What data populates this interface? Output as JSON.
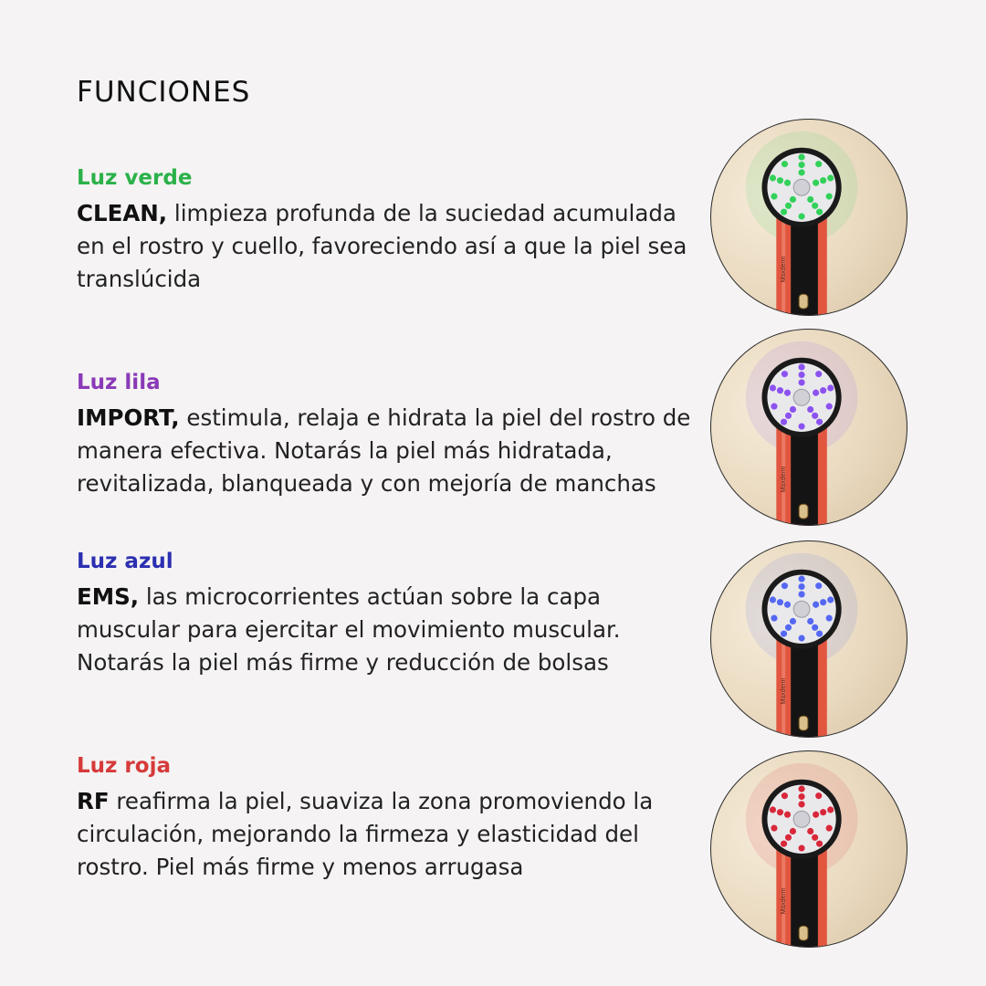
{
  "page": {
    "title": "FUNCIONES"
  },
  "colors": {
    "background": "#f5f3f3",
    "green": "#2bb14a",
    "purple": "#8a3ab8",
    "blue": "#2b2fb0",
    "red": "#d63a3a",
    "device_body": "#e2563f"
  },
  "device_brand": "Maxderm",
  "functions": [
    {
      "title": "Luz verde",
      "keyword": "CLEAN,",
      "text": " limpieza profunda de la suciedad acumulada en el rostro y cuello, favoreciendo así a que la piel sea translúcida",
      "led_color": "#32d15a",
      "image_icon": "device-green-light"
    },
    {
      "title": "Luz lila",
      "keyword": "IMPORT,",
      "text": " estimula, relaja e hidrata la piel del rostro de manera efectiva. Notarás la piel más hidratada, revitalizada, blanqueada y con mejoría de manchas",
      "led_color": "#8c52f0",
      "image_icon": "device-purple-light"
    },
    {
      "title": "Luz azul",
      "keyword": "EMS,",
      "text": " las microcorrientes actúan sobre la capa muscular para ejercitar el movimiento muscular. Notarás la piel más firme y reducción de bolsas",
      "led_color": "#5568f2",
      "image_icon": "device-blue-light"
    },
    {
      "title": "Luz roja",
      "keyword": "RF",
      "text": " reafirma la piel, suaviza la zona promoviendo la circulación, mejorando la firmeza y elasticidad del rostro. Piel más firme y menos arrugasa",
      "led_color": "#d8283a",
      "image_icon": "device-red-light"
    }
  ]
}
